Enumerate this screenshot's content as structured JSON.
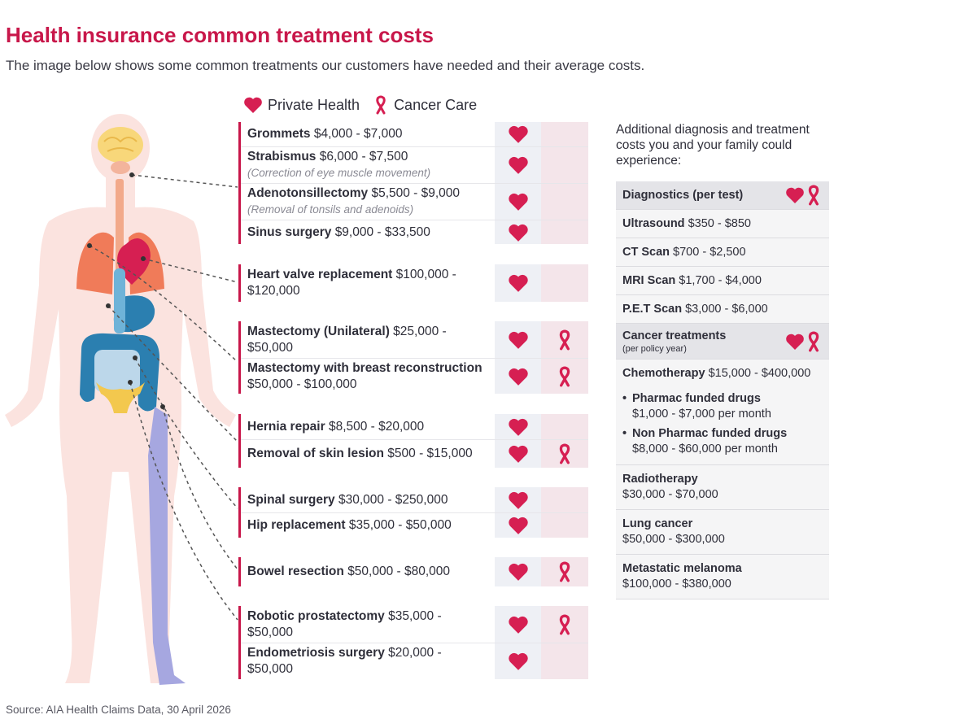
{
  "header": {
    "title": "Health insurance common treatment costs",
    "subtitle": "The image below shows some common treatments our customers have needed and their average costs."
  },
  "legend": {
    "private_health": "Private Health",
    "cancer_care": "Cancer Care"
  },
  "colors": {
    "accent": "#c8174a",
    "heart": "#d61f52",
    "private_column": "#eef0f5",
    "cancer_column": "#f4e5ea"
  },
  "icons": {
    "private": "heart-icon",
    "cancer": "ribbon-icon"
  },
  "treatments": [
    {
      "name": "Grommets",
      "cost": "$4,000 - $7,000",
      "note": "",
      "private": true,
      "cancer": false
    },
    {
      "name": "Strabismus",
      "cost": "$6,000 - $7,500",
      "note": "(Correction of eye muscle movement)",
      "private": true,
      "cancer": false
    },
    {
      "name": "Adenotonsillectomy",
      "cost": "$5,500 - $9,000",
      "note": "(Removal of tonsils and adenoids)",
      "private": true,
      "cancer": false
    },
    {
      "name": "Sinus surgery",
      "cost": "$9,000 - $33,500",
      "note": "",
      "private": true,
      "cancer": false
    },
    {
      "name": "Heart valve replacement",
      "cost": "$100,000 - $120,000",
      "note": "",
      "private": true,
      "cancer": false
    },
    {
      "name": "Mastectomy (Unilateral)",
      "cost": "$25,000 - $50,000",
      "note": "",
      "private": true,
      "cancer": true
    },
    {
      "name": "Mastectomy with breast reconstruction",
      "cost": "$50,000 - $100,000",
      "note": "",
      "private": true,
      "cancer": true
    },
    {
      "name": "Hernia repair",
      "cost": "$8,500 - $20,000",
      "note": "",
      "private": true,
      "cancer": false
    },
    {
      "name": "Removal of skin lesion",
      "cost": "$500 - $15,000",
      "note": "",
      "private": true,
      "cancer": true
    },
    {
      "name": "Spinal surgery",
      "cost": "$30,000 - $250,000",
      "note": "",
      "private": true,
      "cancer": false
    },
    {
      "name": "Hip replacement",
      "cost": "$35,000 - $50,000",
      "note": "",
      "private": true,
      "cancer": false
    },
    {
      "name": "Bowel resection",
      "cost": "$50,000 - $80,000",
      "note": "",
      "private": true,
      "cancer": true
    },
    {
      "name": "Robotic prostatectomy",
      "cost": "$35,000 - $50,000",
      "note": "",
      "private": true,
      "cancer": true
    },
    {
      "name": "Endometriosis surgery",
      "cost": "$20,000 - $50,000",
      "note": "",
      "private": true,
      "cancer": false
    }
  ],
  "side": {
    "intro": "Additional diagnosis and treatment costs you and your family could experience:",
    "diagnostics_header": "Diagnostics (per test)",
    "diagnostics": [
      {
        "name": "Ultrasound",
        "cost": "$350 - $850"
      },
      {
        "name": "CT Scan",
        "cost": "$700 - $2,500"
      },
      {
        "name": "MRI Scan",
        "cost": "$1,700 - $4,000"
      },
      {
        "name": "P.E.T Scan",
        "cost": "$3,000 - $6,000"
      }
    ],
    "cancer_header": "Cancer treatments",
    "cancer_header_sub": "(per policy year)",
    "chemo": {
      "name": "Chemotherapy",
      "cost": "$15,000 - $400,000"
    },
    "chemo_items": [
      {
        "name": "Pharmac funded drugs",
        "cost": "$1,000 - $7,000 per month"
      },
      {
        "name": "Non Pharmac funded drugs",
        "cost": "$8,000 - $60,000 per month"
      }
    ],
    "other": [
      {
        "name": "Radiotherapy",
        "cost": "$30,000 - $70,000"
      },
      {
        "name": "Lung cancer",
        "cost": "$50,000 - $300,000"
      },
      {
        "name": "Metastatic melanoma",
        "cost": "$100,000 - $380,000"
      }
    ]
  },
  "source": "Source: AIA Health Claims Data, 30 April 2026"
}
